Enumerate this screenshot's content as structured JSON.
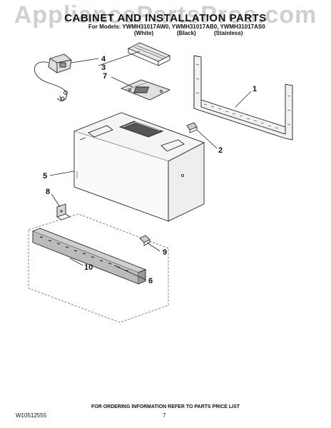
{
  "watermark": "AppliancePartsPros.com",
  "title": "CABINET AND INSTALLATION PARTS",
  "models": "For Models: YWMH31017AW0, YWMH31017AB0, YWMH31017AS0",
  "variants": [
    "(White)",
    "(Black)",
    "(Stainless)"
  ],
  "callouts": [
    "1",
    "2",
    "3",
    "4",
    "5",
    "6",
    "7",
    "8",
    "9",
    "10"
  ],
  "footer": {
    "note": "FOR ORDERING INFORMATION REFER TO PARTS PRICE LIST",
    "doc_number": "W10512555",
    "page_number": "7"
  }
}
